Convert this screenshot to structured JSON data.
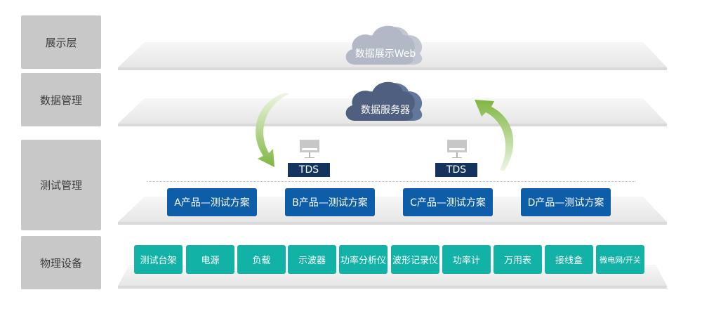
{
  "layers": [
    {
      "label": "展示层"
    },
    {
      "label": "数据管理"
    },
    {
      "label": "测试管理"
    },
    {
      "label": "物理设备"
    }
  ],
  "clouds": {
    "web": {
      "label": "数据展示Web",
      "color": "#b3b8c6"
    },
    "server": {
      "label": "数据服务器",
      "color": "#4e5f7f"
    }
  },
  "tds_stations": [
    {
      "label": "TDS"
    },
    {
      "label": "TDS"
    }
  ],
  "test_plans": [
    {
      "label": "A产品—测试方案"
    },
    {
      "label": "B产品—测试方案"
    },
    {
      "label": "C产品—测试方案"
    },
    {
      "label": "D产品—测试方案"
    }
  ],
  "equipment": [
    {
      "label": "测试台架"
    },
    {
      "label": "电源"
    },
    {
      "label": "负载"
    },
    {
      "label": "示波器"
    },
    {
      "label": "功率分析仪"
    },
    {
      "label": "波形记录仪"
    },
    {
      "label": "功率计"
    },
    {
      "label": "万用表"
    },
    {
      "label": "接线盒"
    },
    {
      "label": "微电网/开关"
    }
  ],
  "colors": {
    "layer_label_bg": "#c8c8c8",
    "plan_button": "#0d5da8",
    "equipment_button": "#13b2a6",
    "tds_badge": "#14345e",
    "arrow": "#8dbf4a"
  }
}
